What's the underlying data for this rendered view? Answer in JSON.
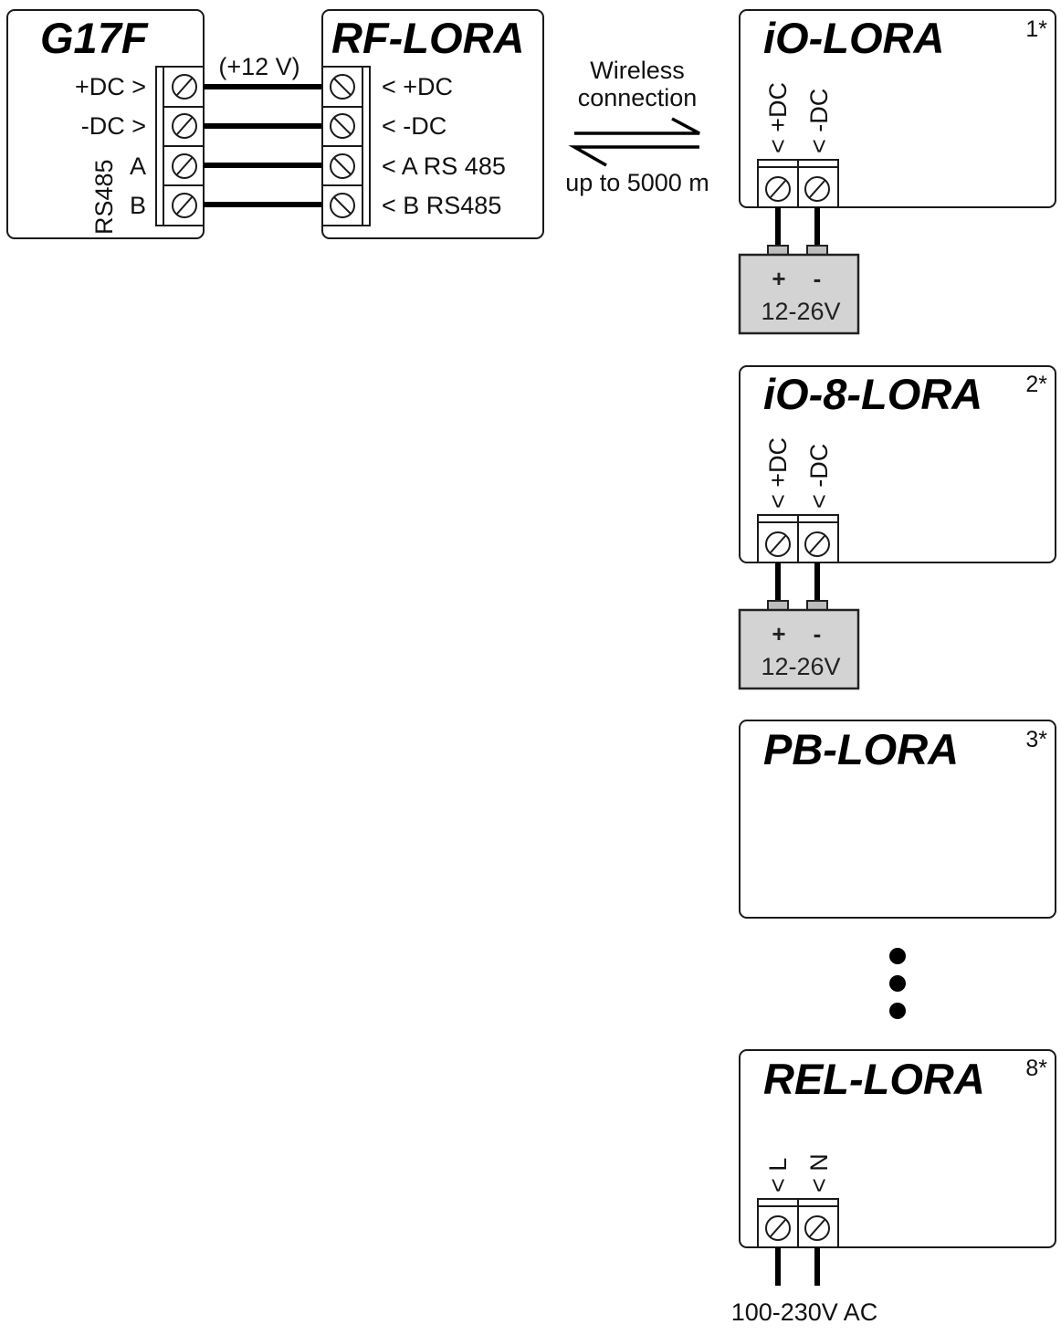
{
  "diagram": {
    "type": "wiring-diagram",
    "controller": {
      "title": "G17F",
      "terminals": [
        "+DC >",
        "-DC >",
        "A",
        "B"
      ],
      "group_label": "RS485"
    },
    "wire_annotation": "(+12 V)",
    "rf_module": {
      "title": "RF-LORA",
      "terminals": [
        "< +DC",
        "< -DC",
        "< A RS 485",
        "< B RS485"
      ]
    },
    "wireless": {
      "top_label_line1": "Wireless",
      "top_label_line2": "connection",
      "bottom_label": "up to 5000 m"
    },
    "devices": [
      {
        "title": "iO-LORA",
        "index": "1*",
        "terminals": [
          "< +DC",
          "< -DC"
        ],
        "supply": {
          "plus": "+",
          "minus": "-",
          "voltage": "12-26V"
        }
      },
      {
        "title": "iO-8-LORA",
        "index": "2*",
        "terminals": [
          "< +DC",
          "< -DC"
        ],
        "supply": {
          "plus": "+",
          "minus": "-",
          "voltage": "12-26V"
        }
      },
      {
        "title": "PB-LORA",
        "index": "3*"
      },
      {
        "title": "REL-LORA",
        "index": "8*",
        "terminals": [
          "< L",
          "< N"
        ],
        "supply_label": "100-230V AC"
      }
    ],
    "ellipsis": "more devices (up to 8)"
  }
}
